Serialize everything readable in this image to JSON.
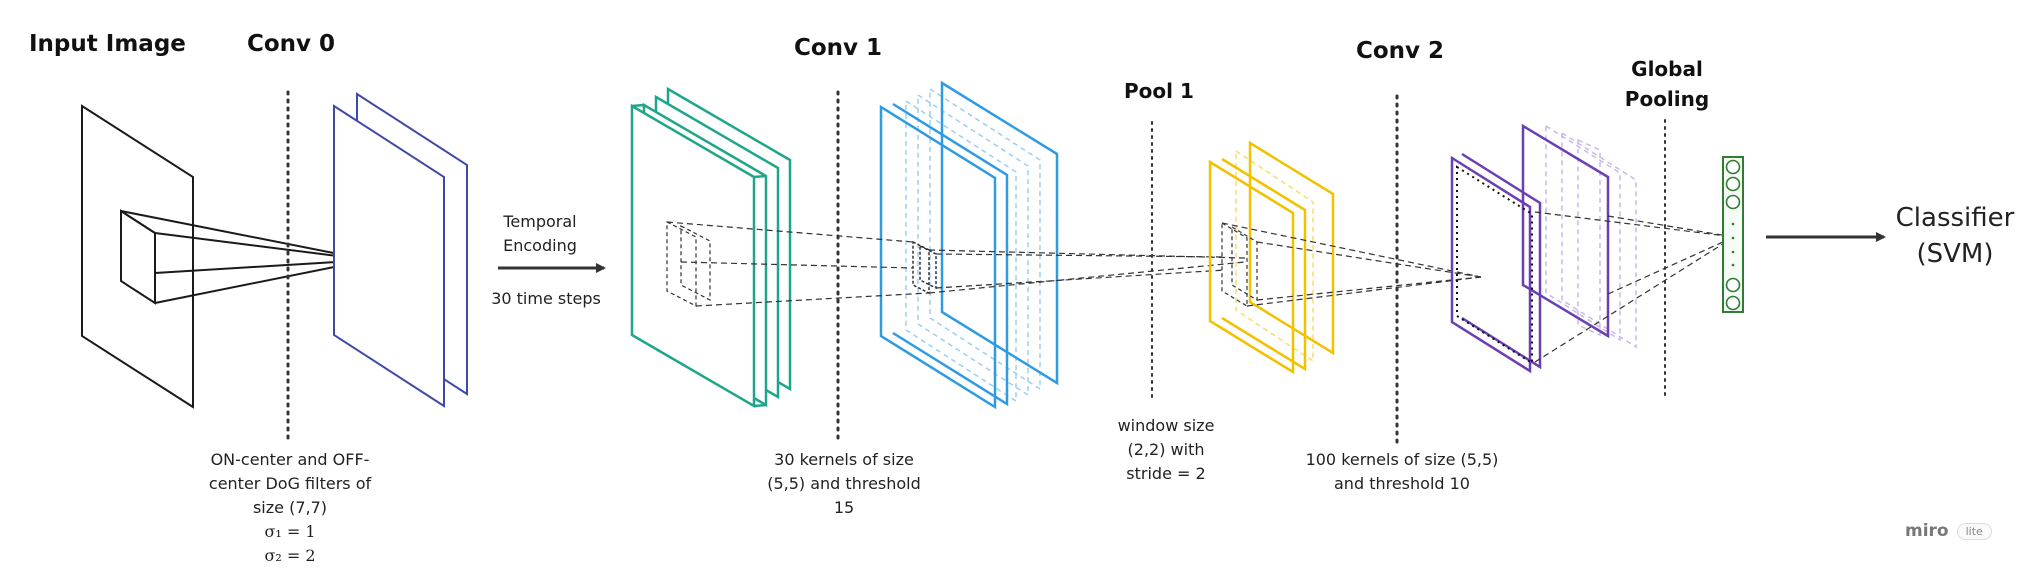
{
  "stages": {
    "input_title": "Input Image",
    "conv0_title": "Conv 0",
    "conv1_title": "Conv 1",
    "pool1_title": "Pool 1",
    "conv2_title": "Conv 2",
    "global_pool_line1": "Global",
    "global_pool_line2": "Pooling",
    "classifier_line1": "Classifier",
    "classifier_line2": "(SVM)"
  },
  "encoding": {
    "line1": "Temporal",
    "line2": "Encoding",
    "steps": "30 time steps"
  },
  "captions": {
    "conv0": [
      "ON-center and OFF-",
      "center DoG filters of",
      "size (7,7)",
      "σ₁ = 1",
      "σ₂ = 2"
    ],
    "conv1": [
      "30 kernels of size",
      "(5,5) and threshold",
      "15"
    ],
    "pool1": [
      "window size",
      "(2,2) with",
      "stride = 2"
    ],
    "conv2": [
      "100 kernels of size (5,5)",
      "and threshold 10"
    ]
  },
  "brand": {
    "name": "miro",
    "badge": "lite"
  },
  "colors": {
    "input": "#1a1a1a",
    "conv0": "#3f4aa6",
    "conv1": "#1fa68a",
    "conv1_out": "#2f9be3",
    "pool": "#f2c200",
    "conv2": "#6a3fb3",
    "conv2_faint": "#c9b8e8",
    "global": "#2e7d32",
    "arrow": "#333333"
  }
}
